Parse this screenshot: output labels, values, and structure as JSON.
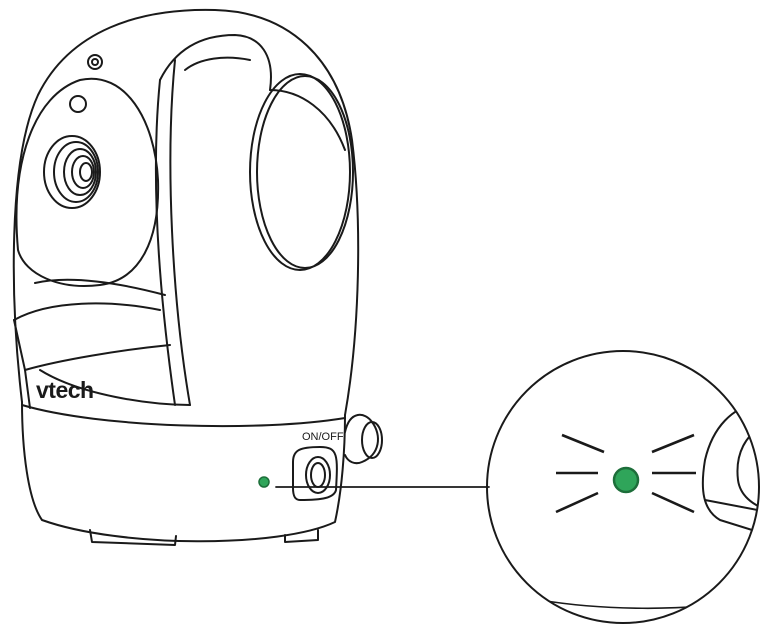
{
  "labels": {
    "brand": "vtech",
    "switch": "ON/OFF"
  },
  "colors": {
    "led": "#2fa55a",
    "led_outline": "#1d6e3a",
    "line": "#1a1a1a",
    "background": "#ffffff"
  },
  "indicator": {
    "state": "on",
    "icon": "green-led-icon"
  }
}
